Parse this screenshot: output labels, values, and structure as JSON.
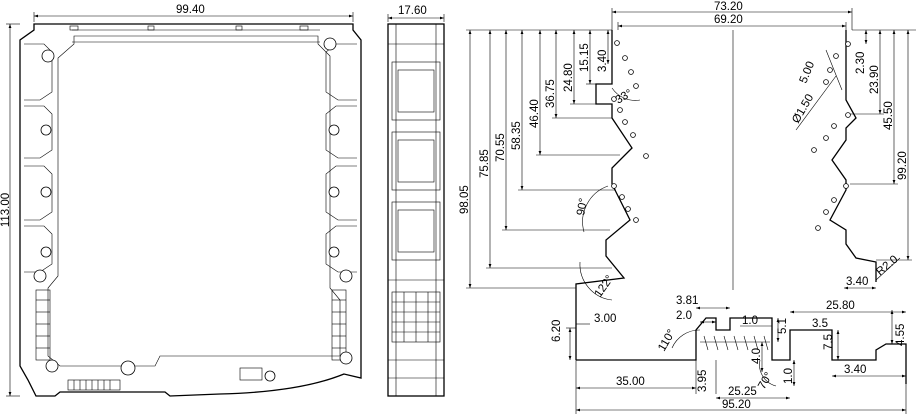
{
  "front_view": {
    "dim_width": "99.40",
    "dim_height": "113.00"
  },
  "side_view": {
    "dim_width": "17.60"
  },
  "profile_view": {
    "dims_top": [
      "73.20",
      "69.20"
    ],
    "dims_left_vertical": [
      "3.40",
      "15.15",
      "24.80",
      "36.75",
      "46.40",
      "58.35",
      "70.55",
      "75.85",
      "98.05"
    ],
    "dims_right_vertical": [
      "2.30",
      "23.90",
      "45.50",
      "99.20"
    ],
    "hole_dims": [
      "5.00",
      "Ø1.50"
    ],
    "angles": [
      "33°",
      "90°",
      "122°",
      "110°",
      "70°"
    ],
    "radius": "R2.0",
    "foot_left": [
      "6.20",
      "3.00"
    ],
    "foot_center": [
      "3.81",
      "2.0",
      "1.0",
      "5.1",
      "3.95",
      "4.0"
    ],
    "foot_right": [
      "3.40",
      "25.80",
      "3.5",
      "7.5",
      "4.55",
      "1.0",
      "3.40"
    ],
    "dims_bottom": [
      "35.00",
      "25.25",
      "95.20"
    ]
  }
}
